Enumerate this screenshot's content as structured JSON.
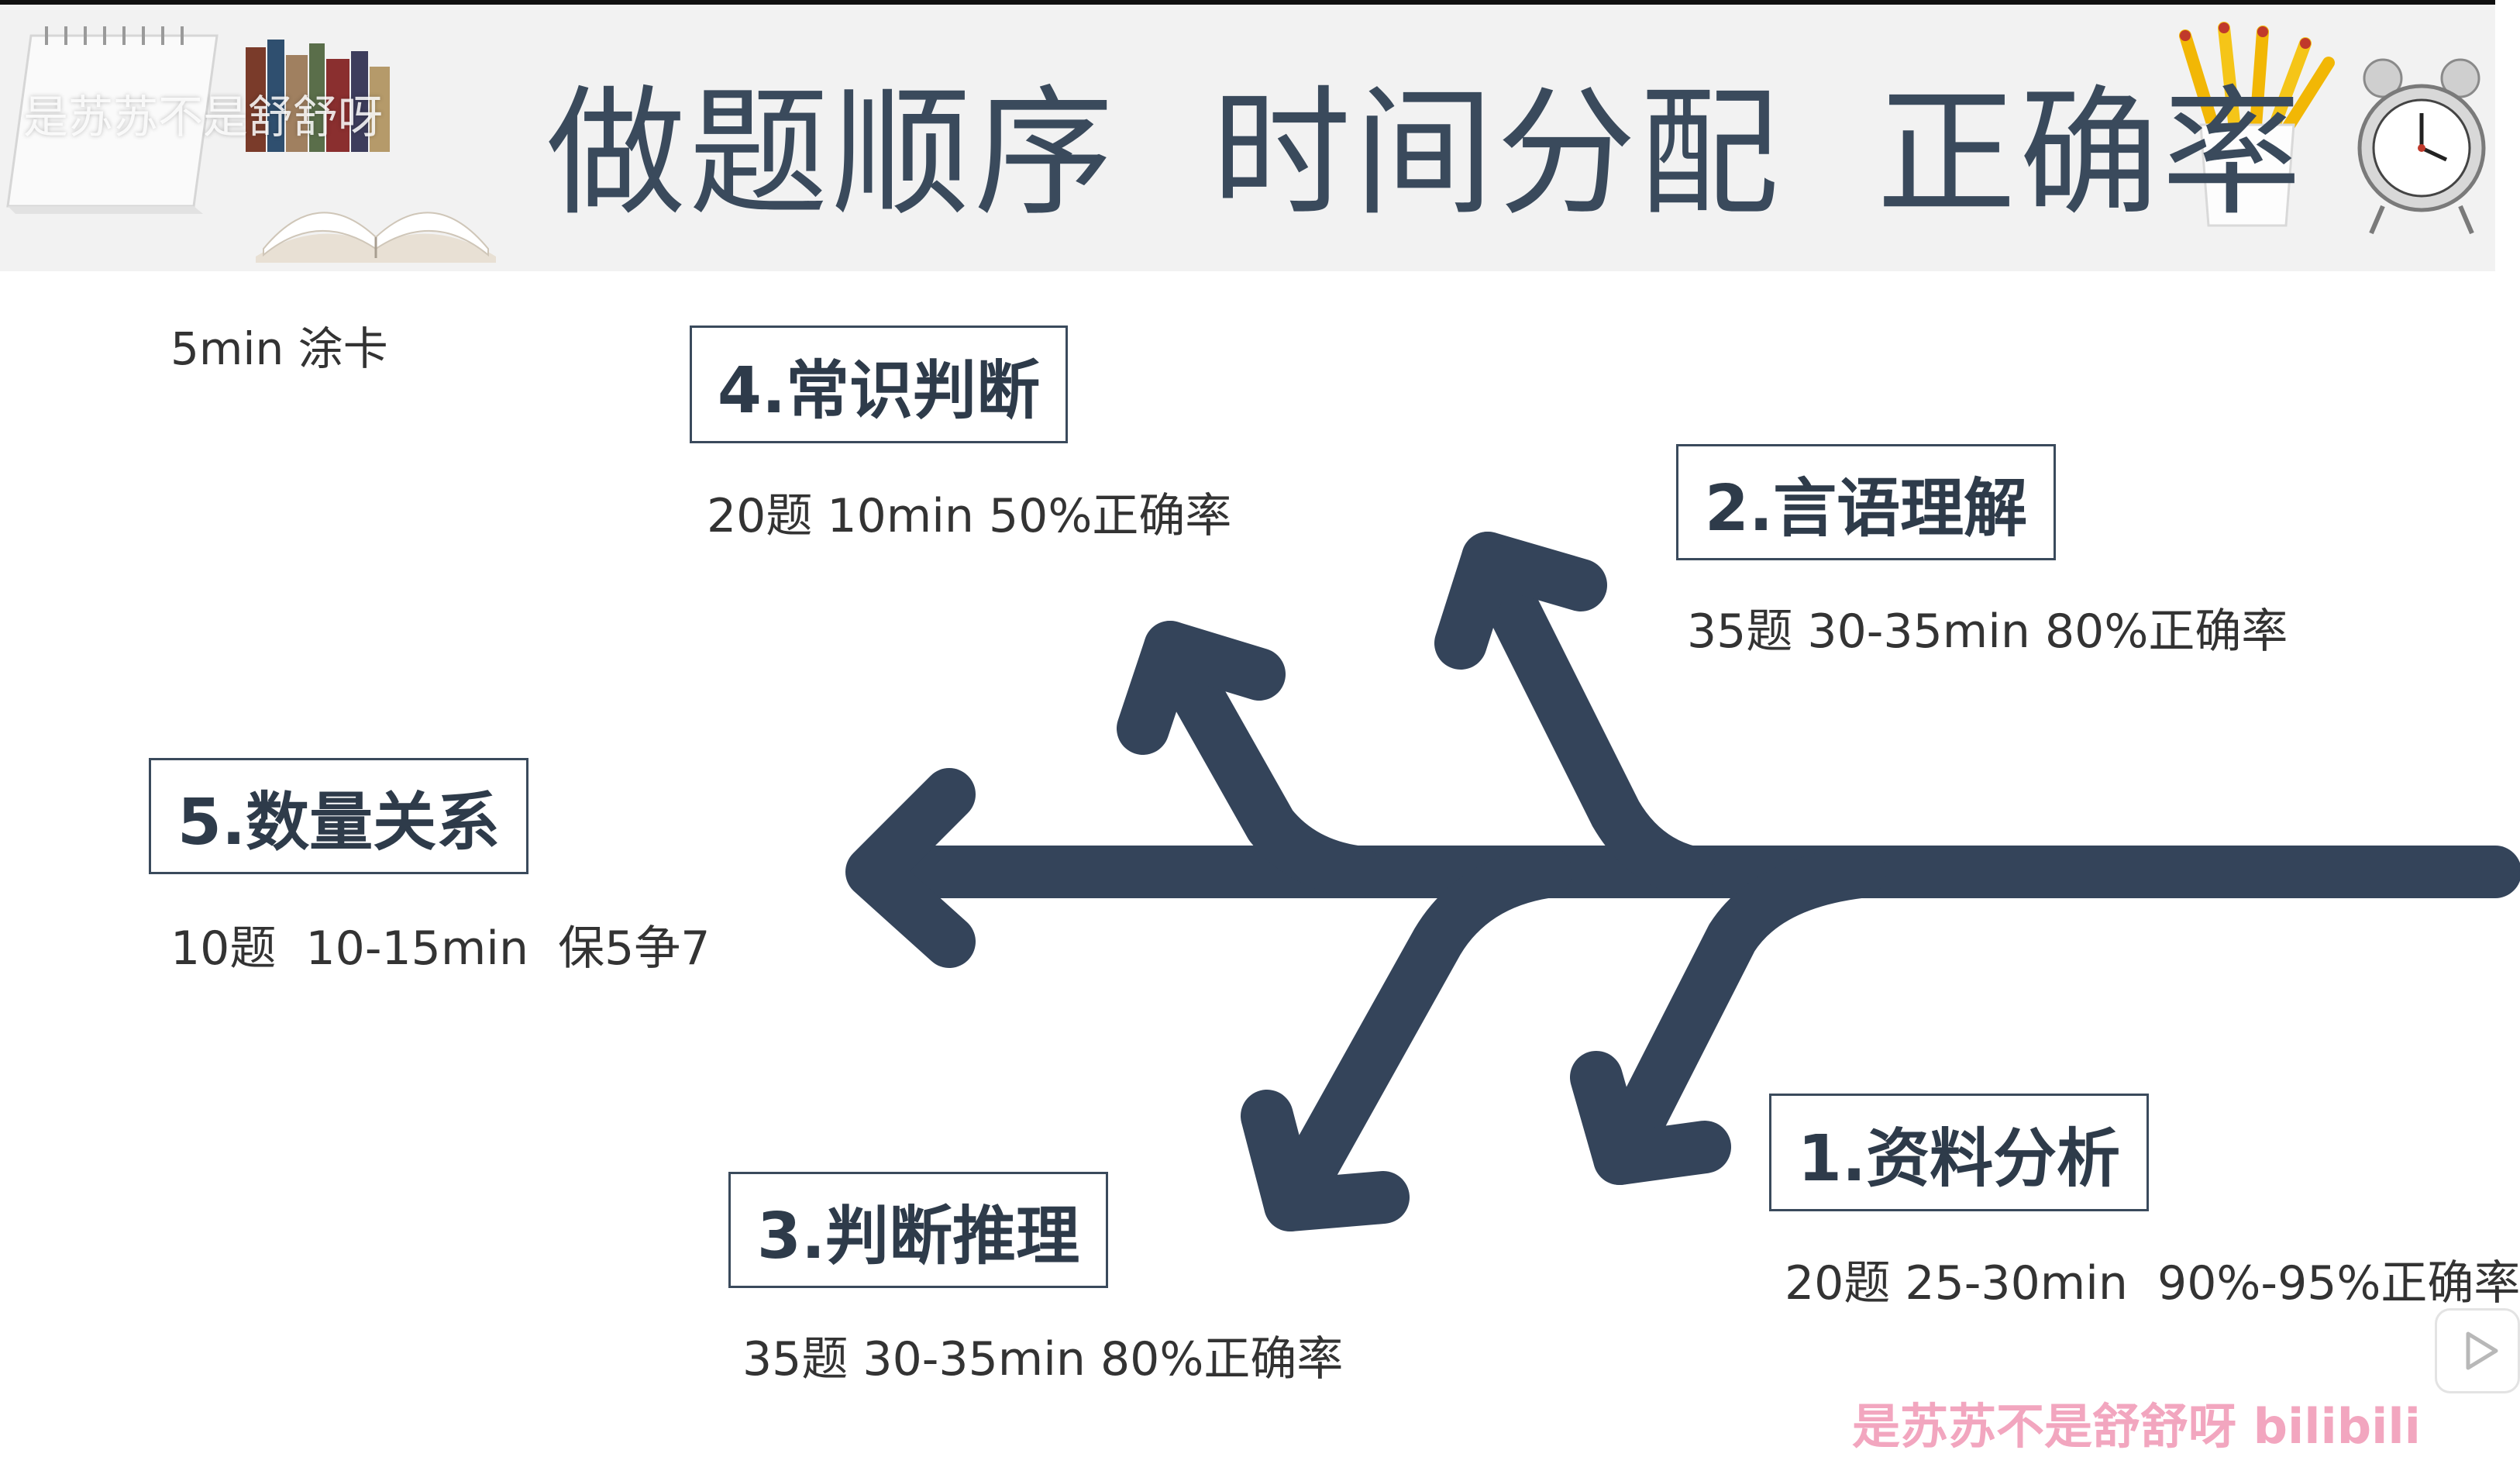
{
  "slide": {
    "title": "做题顺序  时间分配  正确率",
    "watermark_top": "是苏苏不是舒舒呀",
    "watermark_bottom": "是苏苏不是舒舒呀 bilibili",
    "note_fill_card": "5min 涂卡"
  },
  "steps": [
    {
      "label": "1.资料分析",
      "stats": "20题 25-30min  90%-95%正确率"
    },
    {
      "label": "2.言语理解",
      "stats": "35题 30-35min 80%正确率"
    },
    {
      "label": "3.判断推理",
      "stats": "35题 30-35min 80%正确率"
    },
    {
      "label": "4.常识判断",
      "stats": "20题 10min 50%正确率"
    },
    {
      "label": "5.数量关系",
      "stats": "10题  10-15min  保5争7"
    }
  ],
  "colors": {
    "arrow": "#34445a",
    "title": "#3a4a5c",
    "header_band": "#f2f2f2",
    "watermark": "#f2a6bf"
  },
  "icons": {
    "notebook": "notebook-icon",
    "books": "books-icon",
    "open_book": "open-book-icon",
    "pencils": "pencil-cup-icon",
    "clock": "alarm-clock-icon",
    "play": "play-icon"
  }
}
